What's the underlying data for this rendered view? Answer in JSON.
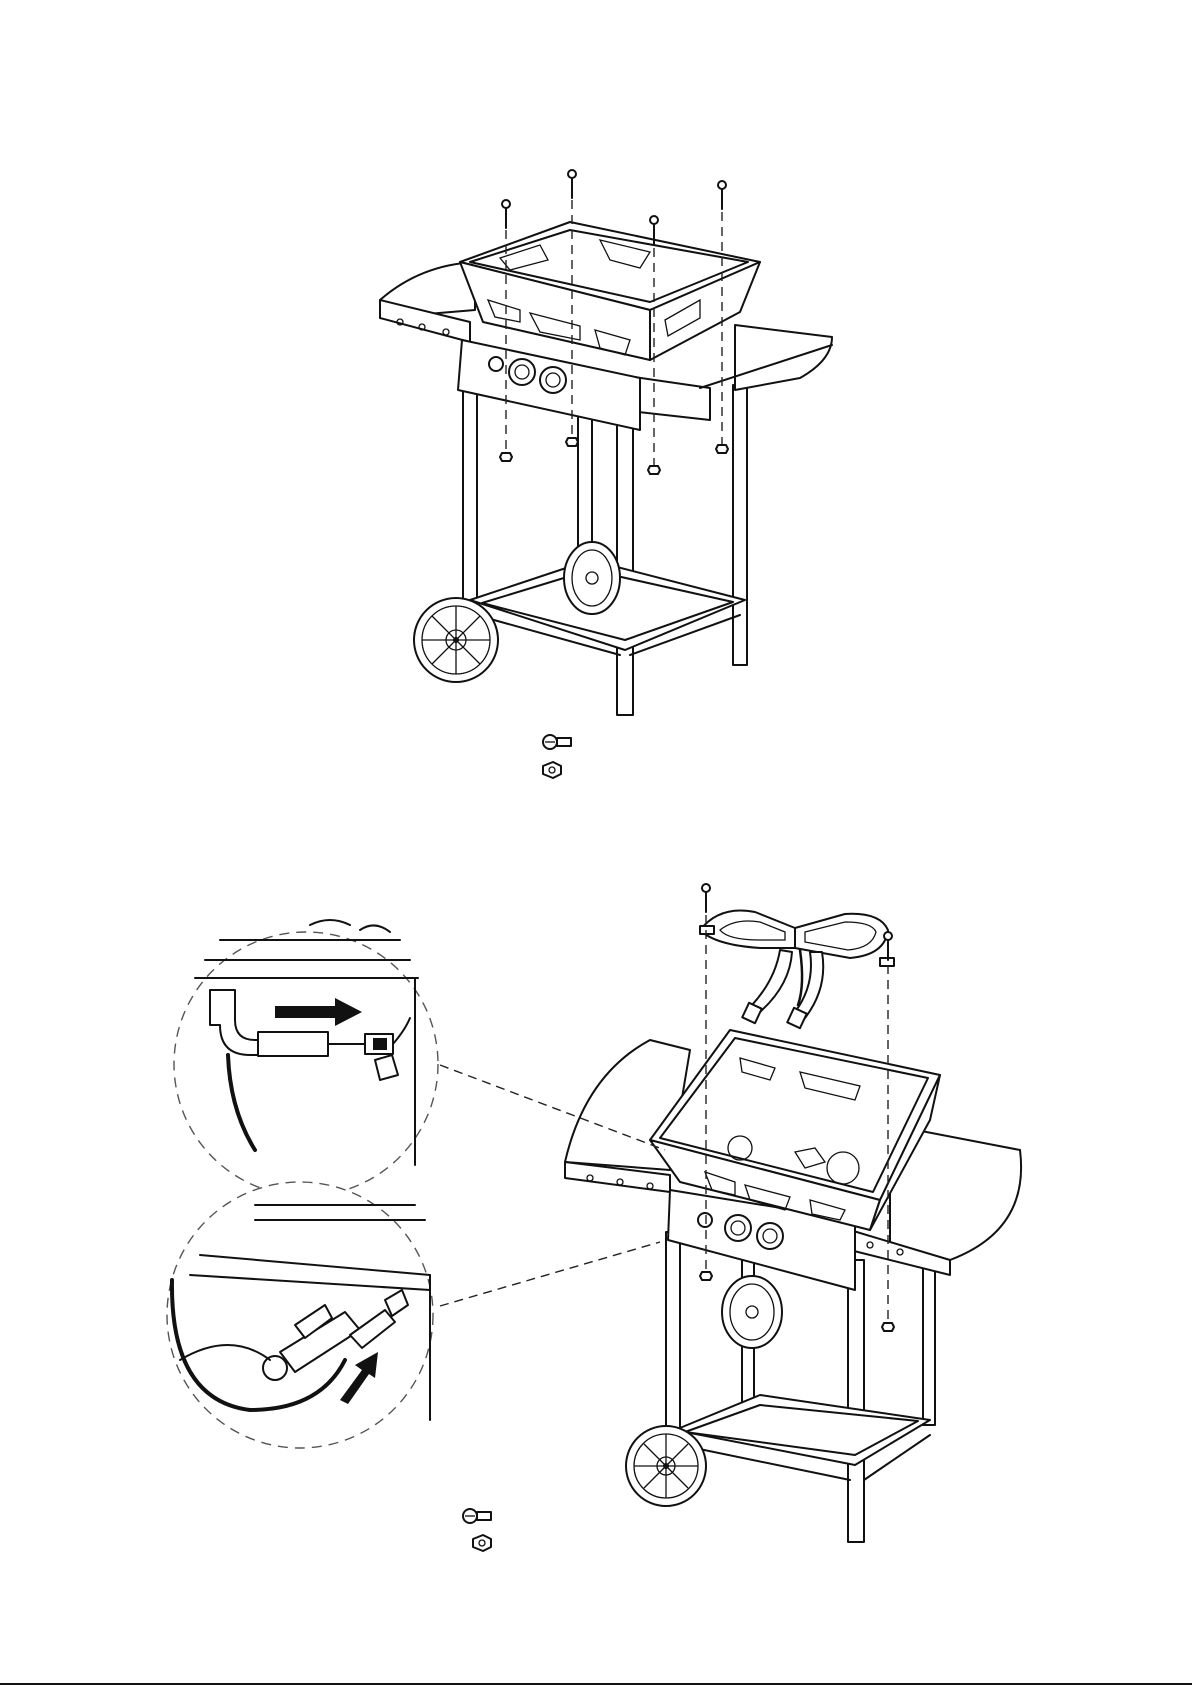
{
  "diagram": {
    "step_a": {
      "hardware": [
        "bolt-icon",
        "nut-icon"
      ],
      "fastener_count": 4
    },
    "step_b": {
      "hardware": [
        "bolt-icon",
        "nut-icon"
      ],
      "fastener_count": 2,
      "detail_views": [
        "igniter-wire-connection-detail",
        "burner-valve-connection-detail"
      ]
    },
    "colors": {
      "line": "#111111",
      "background": "#ffffff"
    }
  }
}
